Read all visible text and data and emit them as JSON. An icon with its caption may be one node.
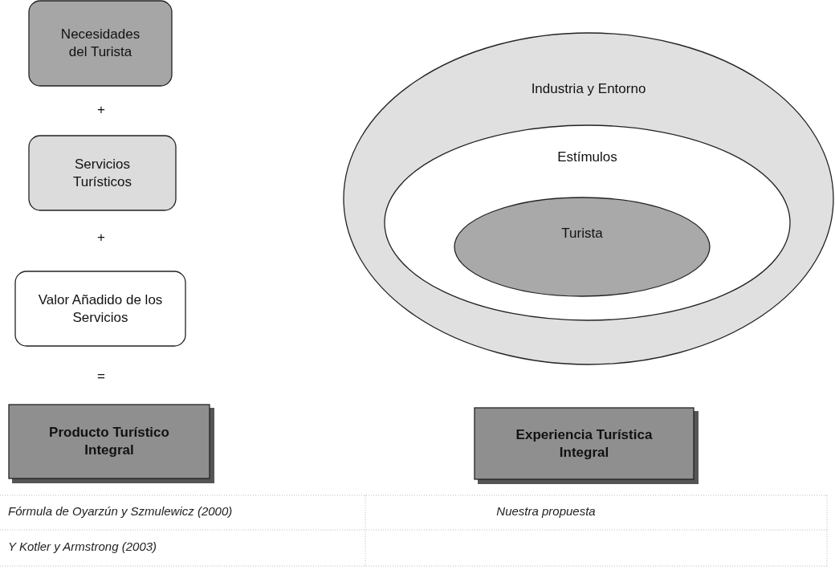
{
  "diagram": {
    "nodes": [
      {
        "text": [
          "Necesidades del Turista"
        ]
      },
      {
        "text": [
          "Servicios Turísticos"
        ]
      },
      {
        "text": [
          "Valor Añadido de los Servicios"
        ]
      },
      {
        "text": [
          "Producto Turístico Integral"
        ]
      },
      {
        "text": [
          "Industria y Entorno"
        ]
      },
      {
        "text": [
          "Estímulos"
        ],
        "in": 4
      },
      {
        "text": [
          "Turista"
        ],
        "in": 5
      },
      {
        "text": [
          "Experiencia Turística Integral"
        ]
      }
    ],
    "labels": [
      "+",
      "+",
      "=",
      "Fórmula de Oyarzún y Szmulewicz (2000)",
      "Nuestra propuesta",
      "Y Kotler y Armstrong (2003)"
    ]
  }
}
